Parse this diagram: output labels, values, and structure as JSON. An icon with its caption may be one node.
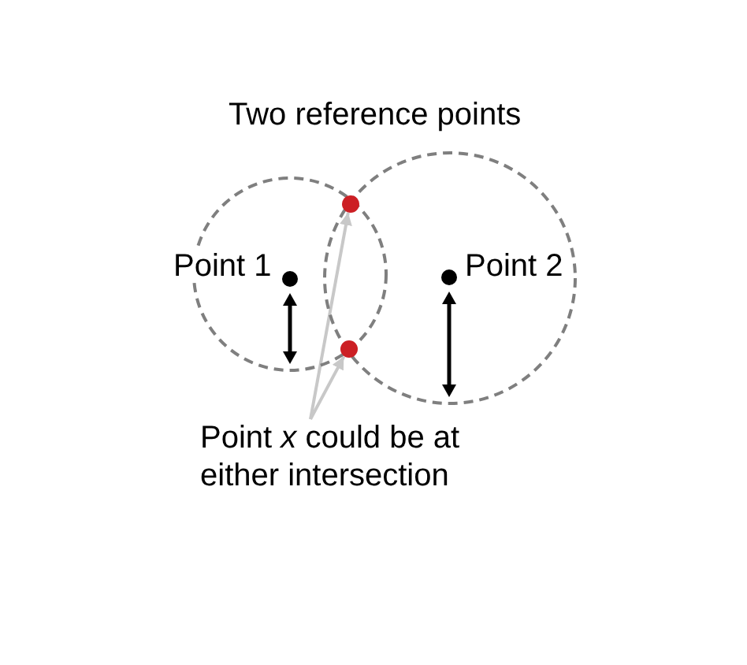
{
  "diagram": {
    "title": "Two reference points",
    "nodes": [
      {
        "text": [
          "Point 1"
        ]
      },
      {
        "text": [
          "Point 2"
        ]
      },
      {
        "text": [],
        "shape": "circle"
      },
      {
        "text": [],
        "shape": "circle"
      },
      {
        "text": [
          "Point *x* could be at either intersection"
        ]
      }
    ],
    "edges": [
      {
        "from": 4,
        "to": 2,
        "arrow": "to",
        "color": "#c8c8c8"
      },
      {
        "from": 4,
        "to": 3,
        "arrow": "to",
        "color": "#c8c8c8"
      }
    ]
  }
}
